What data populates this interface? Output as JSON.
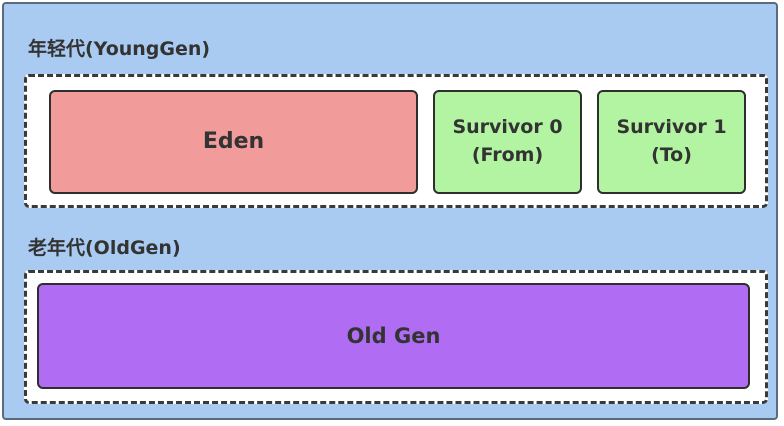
{
  "young_generation": {
    "label": "年轻代(YoungGen)",
    "eden": "Eden",
    "survivor0": {
      "line1": "Survivor 0",
      "line2": "(From)"
    },
    "survivor1": {
      "line1": "Survivor 1",
      "line2": "(To)"
    }
  },
  "old_generation": {
    "label": "老年代(OldGen)",
    "region": "Old Gen"
  },
  "colors": {
    "heap_background": "#a9cbf2",
    "eden": "#f19c9a",
    "survivor": "#b2f4a2",
    "old_gen": "#b06df3"
  }
}
